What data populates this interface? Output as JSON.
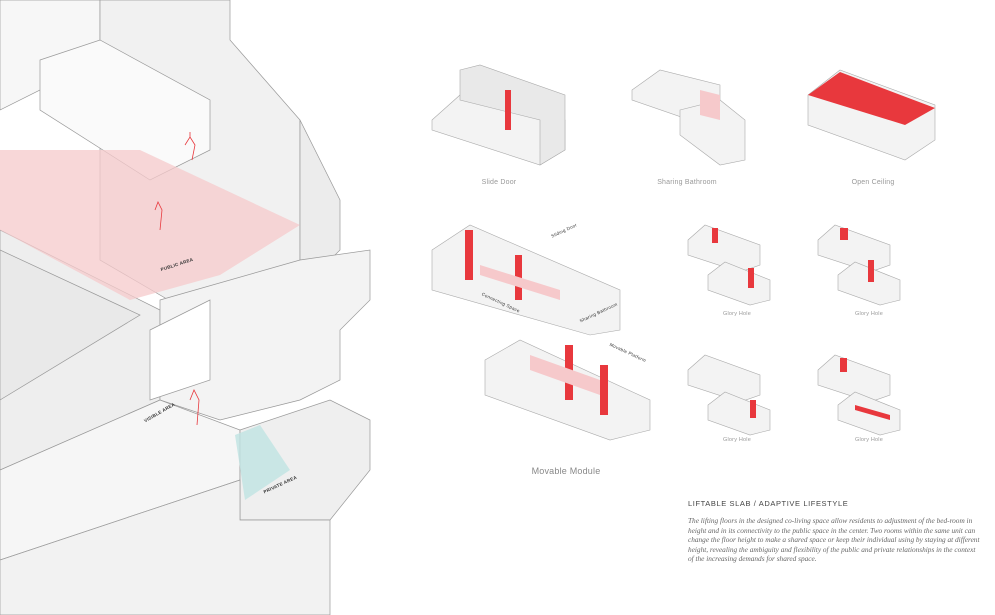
{
  "left_drawing": {
    "labels": {
      "public_area": "PUBLIC AREA",
      "visible_area": "VISIBLE AREA",
      "private_area": "PRIVATE AREA"
    }
  },
  "diagrams": {
    "slide_door": "Slide Door",
    "sharing_bathroom": "Sharing Bathroom",
    "open_ceiling": "Open Ceiling",
    "movable_module": "Movable Module",
    "movable_module_notes": {
      "sliding_door": "Sliding Door",
      "connecting_space": "Connecting Space",
      "sharing_bathroom": "Sharing Bathroom",
      "movable_platform": "Movable Platform"
    },
    "glory_hole_1": "Glory Hole",
    "glory_hole_2": "Glory Hole",
    "glory_hole_3": "Glory Hole",
    "glory_hole_4": "Glory Hole"
  },
  "text": {
    "title": "LIFTABLE SLAB / ADAPTIVE LIFESTYLE",
    "body": "The lifting floors in the designed co-living space allow residents to adjustment of the bed-room in height and in its connectivity to the public space in the center. Two rooms within the same unit can change the floor height to make a shared space or keep their individual using by staying at different height, revealing the ambiguity and flexibility of the public and private relationships in the context of the increasing demands for shared space."
  },
  "colors": {
    "accent": "#e8383d",
    "accent_light": "#f6c9cb",
    "private_tint": "#bfe3e2",
    "line": "#9a9a9a"
  }
}
